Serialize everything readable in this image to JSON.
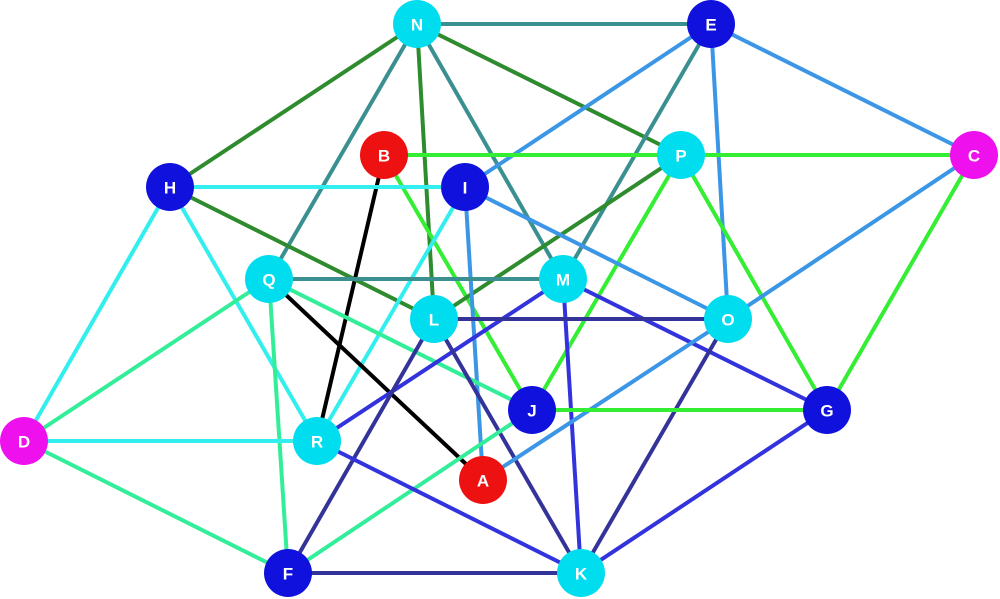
{
  "colors": {
    "dark_green": "#2e8b2e",
    "teal": "#3a9090",
    "blue": "#3c96e6",
    "green": "#33ee33",
    "mint": "#33ee99",
    "cyan": "#33eeee",
    "black": "#000000",
    "navy": "#333399",
    "indigo": "#3333dd",
    "node_cyan": "#00ddee",
    "node_blue": "#1111dd",
    "node_red": "#ee1111",
    "node_magenta": "#ee11ee"
  },
  "nodes": [
    {
      "id": "N",
      "label": "N",
      "color": "node_cyan"
    },
    {
      "id": "E",
      "label": "E",
      "color": "node_blue"
    },
    {
      "id": "B",
      "label": "B",
      "color": "node_red"
    },
    {
      "id": "P",
      "label": "P",
      "color": "node_cyan"
    },
    {
      "id": "C",
      "label": "C",
      "color": "node_magenta"
    },
    {
      "id": "H",
      "label": "H",
      "color": "node_blue"
    },
    {
      "id": "I",
      "label": "I",
      "color": "node_blue"
    },
    {
      "id": "Q",
      "label": "Q",
      "color": "node_cyan"
    },
    {
      "id": "M",
      "label": "M",
      "color": "node_cyan"
    },
    {
      "id": "L",
      "label": "L",
      "color": "node_cyan"
    },
    {
      "id": "O",
      "label": "O",
      "color": "node_cyan"
    },
    {
      "id": "J",
      "label": "J",
      "color": "node_blue"
    },
    {
      "id": "G",
      "label": "G",
      "color": "node_blue"
    },
    {
      "id": "D",
      "label": "D",
      "color": "node_magenta"
    },
    {
      "id": "R",
      "label": "R",
      "color": "node_cyan"
    },
    {
      "id": "A",
      "label": "A",
      "color": "node_red"
    },
    {
      "id": "F",
      "label": "F",
      "color": "node_blue"
    },
    {
      "id": "K",
      "label": "K",
      "color": "node_cyan"
    }
  ],
  "edges": [
    {
      "from": "N",
      "to": "E",
      "color": "teal"
    },
    {
      "from": "N",
      "to": "H",
      "color": "dark_green"
    },
    {
      "from": "N",
      "to": "P",
      "color": "dark_green"
    },
    {
      "from": "N",
      "to": "L",
      "color": "dark_green"
    },
    {
      "from": "N",
      "to": "Q",
      "color": "teal"
    },
    {
      "from": "N",
      "to": "M",
      "color": "teal"
    },
    {
      "from": "E",
      "to": "C",
      "color": "blue"
    },
    {
      "from": "E",
      "to": "I",
      "color": "blue"
    },
    {
      "from": "E",
      "to": "O",
      "color": "blue"
    },
    {
      "from": "E",
      "to": "M",
      "color": "teal"
    },
    {
      "from": "B",
      "to": "P",
      "color": "green"
    },
    {
      "from": "P",
      "to": "C",
      "color": "green"
    },
    {
      "from": "B",
      "to": "J",
      "color": "green"
    },
    {
      "from": "B",
      "to": "R",
      "color": "black"
    },
    {
      "from": "H",
      "to": "I",
      "color": "cyan"
    },
    {
      "from": "H",
      "to": "L",
      "color": "dark_green"
    },
    {
      "from": "H",
      "to": "D",
      "color": "cyan"
    },
    {
      "from": "H",
      "to": "R",
      "color": "cyan"
    },
    {
      "from": "P",
      "to": "L",
      "color": "dark_green"
    },
    {
      "from": "P",
      "to": "J",
      "color": "green"
    },
    {
      "from": "P",
      "to": "G",
      "color": "green"
    },
    {
      "from": "C",
      "to": "O",
      "color": "blue"
    },
    {
      "from": "C",
      "to": "G",
      "color": "green"
    },
    {
      "from": "I",
      "to": "O",
      "color": "blue"
    },
    {
      "from": "I",
      "to": "A",
      "color": "blue"
    },
    {
      "from": "I",
      "to": "R",
      "color": "cyan"
    },
    {
      "from": "Q",
      "to": "M",
      "color": "teal"
    },
    {
      "from": "Q",
      "to": "J",
      "color": "mint"
    },
    {
      "from": "Q",
      "to": "A",
      "color": "black"
    },
    {
      "from": "Q",
      "to": "D",
      "color": "mint"
    },
    {
      "from": "Q",
      "to": "F",
      "color": "mint"
    },
    {
      "from": "M",
      "to": "R",
      "color": "indigo"
    },
    {
      "from": "M",
      "to": "K",
      "color": "indigo"
    },
    {
      "from": "M",
      "to": "G",
      "color": "indigo"
    },
    {
      "from": "L",
      "to": "O",
      "color": "navy"
    },
    {
      "from": "L",
      "to": "F",
      "color": "navy"
    },
    {
      "from": "L",
      "to": "K",
      "color": "navy"
    },
    {
      "from": "O",
      "to": "A",
      "color": "blue"
    },
    {
      "from": "O",
      "to": "K",
      "color": "navy"
    },
    {
      "from": "J",
      "to": "G",
      "color": "green"
    },
    {
      "from": "J",
      "to": "F",
      "color": "mint"
    },
    {
      "from": "D",
      "to": "R",
      "color": "cyan"
    },
    {
      "from": "D",
      "to": "F",
      "color": "mint"
    },
    {
      "from": "R",
      "to": "K",
      "color": "indigo"
    },
    {
      "from": "F",
      "to": "K",
      "color": "navy"
    },
    {
      "from": "G",
      "to": "K",
      "color": "indigo"
    }
  ]
}
